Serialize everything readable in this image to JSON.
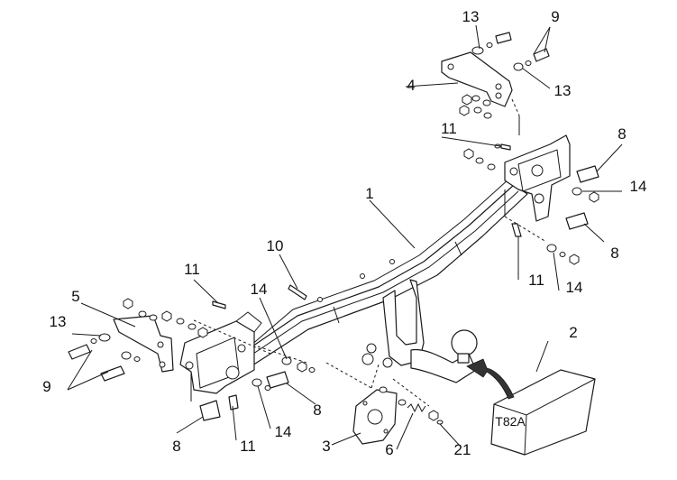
{
  "callouts": {
    "c1": "1",
    "c2": "2",
    "c3": "3",
    "c4": "4",
    "c5": "5",
    "c6": "6",
    "c8a": "8",
    "c8b": "8",
    "c8c": "8",
    "c8d": "8",
    "c9a": "9",
    "c9b": "9",
    "c10": "10",
    "c11a": "11",
    "c11b": "11",
    "c11c": "11",
    "c11d": "11",
    "c13a": "13",
    "c13b": "13",
    "c13c": "13",
    "c14a": "14",
    "c14b": "14",
    "c14c": "14",
    "c14d": "14",
    "c21": "21"
  },
  "box_label": "T82A"
}
